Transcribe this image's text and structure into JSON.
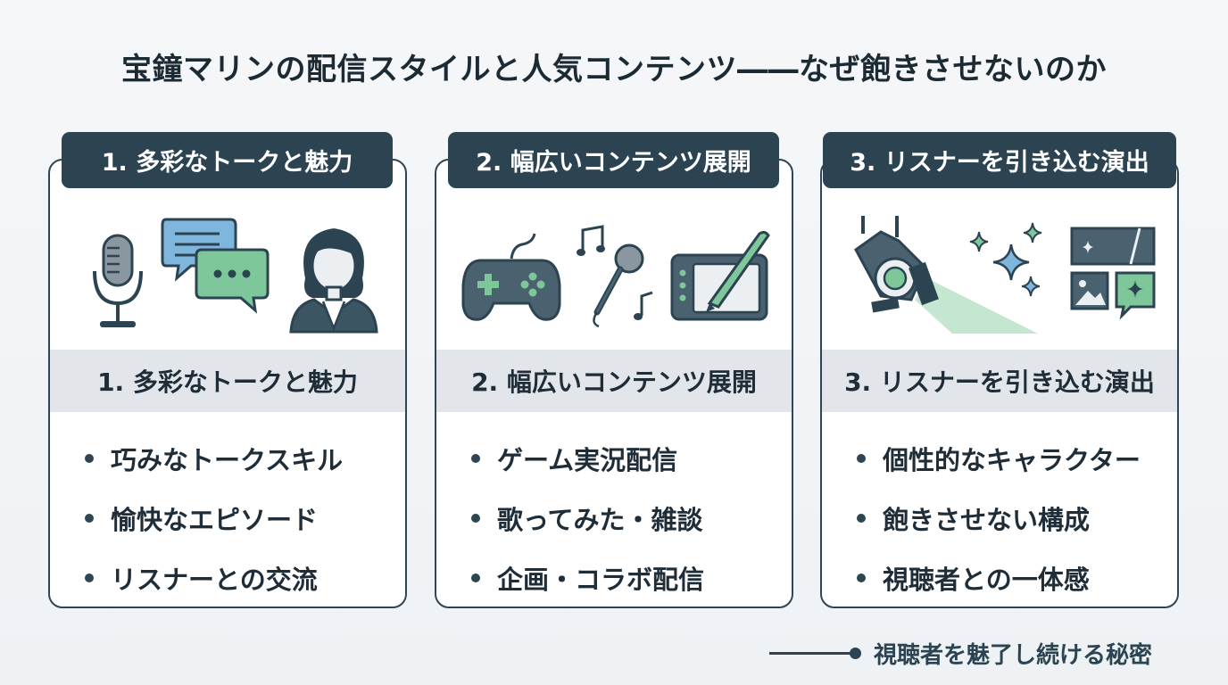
{
  "title": "宝鐘マリンの配信スタイルと人気コンテンツ――なぜ飽きさせないのか",
  "cards": [
    {
      "tab_label": "1. 多彩なトークと魅力",
      "band_label": "1. 多彩なトークと魅力",
      "icons": [
        "microphone-icon",
        "chat-bubbles-icon",
        "streamer-avatar-icon"
      ],
      "bullets": [
        "巧みなトークスキル",
        "愉快なエピソード",
        "リスナーとの交流"
      ]
    },
    {
      "tab_label": "2. 幅広いコンテンツ展開",
      "band_label": "2. 幅広いコンテンツ展開",
      "icons": [
        "game-controller-icon",
        "karaoke-mic-icon",
        "drawing-tablet-icon"
      ],
      "bullets": [
        "ゲーム実況配信",
        "歌ってみた・雑談",
        "企画・コラボ配信"
      ]
    },
    {
      "tab_label": "3. リスナーを引き込む演出",
      "band_label": "3. リスナーを引き込む演出",
      "icons": [
        "spotlight-icon",
        "sparkles-icon",
        "image-frames-icon"
      ],
      "bullets": [
        "個性的なキャラクター",
        "飽きさせない構成",
        "視聴者との一体感"
      ]
    }
  ],
  "footer": {
    "text": "視聴者を魅了し続ける秘密"
  },
  "colors": {
    "dark": "#2c4452",
    "accent_green": "#7dc79a",
    "accent_blue": "#7fb6de",
    "band": "#e2e6ea",
    "background": "#f2f5f7"
  }
}
